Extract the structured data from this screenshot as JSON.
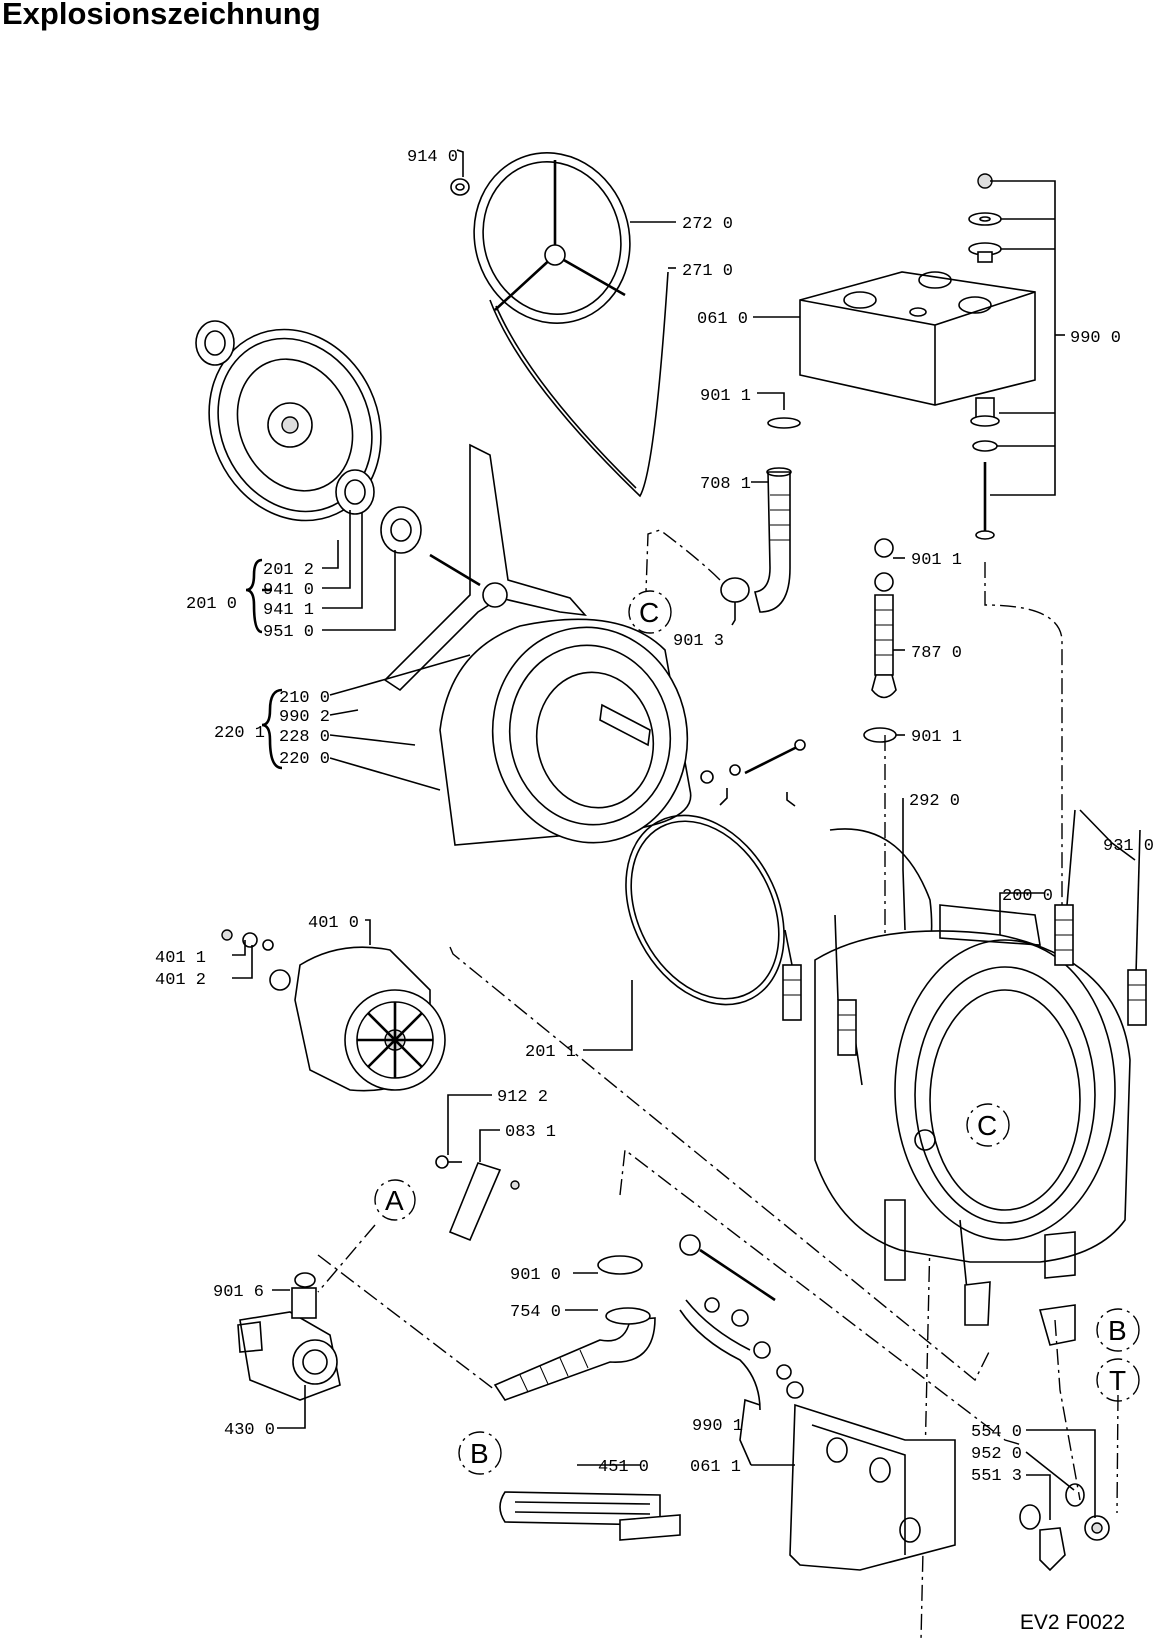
{
  "title": "Explosionszeichnung",
  "drawing_code": "EV2 F0022",
  "labels": {
    "p914_0": "914 0",
    "p272_0": "272 0",
    "p271_0": "271 0",
    "p061_0": "061 0",
    "p990_0": "990 0",
    "p901_1a": "901 1",
    "p708_1": "708 1",
    "p901_1b": "901 1",
    "p787_0": "787 0",
    "p901_1c": "901 1",
    "p201_0": "201 0",
    "p201_2": "201 2",
    "p941_0": "941 0",
    "p941_1": "941 1",
    "p951_0": "951 0",
    "p901_3": "901 3",
    "p220_1": "220 1",
    "p210_0": "210 0",
    "p990_2": "990 2",
    "p228_0": "228 0",
    "p220_0": "220 0",
    "p292_0": "292 0",
    "p931_0": "931 0",
    "p200_0": "200 0",
    "p401_0": "401 0",
    "p401_1": "401 1",
    "p401_2": "401 2",
    "p201_1": "201 1",
    "p912_2": "912 2",
    "p083_1": "083 1",
    "p901_6": "901 6",
    "p901_0": "901 0",
    "p754_0": "754 0",
    "p990_1": "990 1",
    "p430_0": "430 0",
    "p451_0": "451 0",
    "p061_1": "061 1",
    "p554_0": "554 0",
    "p952_0": "952 0",
    "p551_3": "551 3"
  },
  "callouts": {
    "A": "A",
    "B": "B",
    "C": "C",
    "T": "T"
  }
}
